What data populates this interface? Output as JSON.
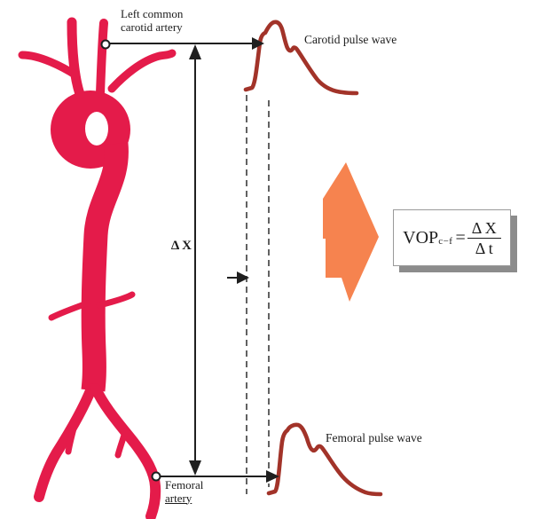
{
  "title": "Carotid-femoral pulse wave velocity measurement diagram",
  "colors": {
    "artery": "#E41B4A",
    "pulse_wave": "#A23329",
    "block_arrow": "#F6834F",
    "line": "#1f1f1f",
    "text": "#1c1c1c",
    "box_shadow": "#8c8c8c"
  },
  "labels": {
    "left_common_carotid_line1": "Left common",
    "left_common_carotid_line2": "carotid artery",
    "carotid_pulse_wave": "Carotid pulse wave",
    "femoral_pulse_wave": "Femoral pulse wave",
    "femoral_artery_line1": "Femoral",
    "femoral_artery_line2": "artery",
    "delta_x": "Δ X"
  },
  "formula": {
    "lhs": "VOP",
    "subscript": "c−f",
    "equals": "=",
    "numerator": "Δ X",
    "denominator": "Δ t"
  }
}
